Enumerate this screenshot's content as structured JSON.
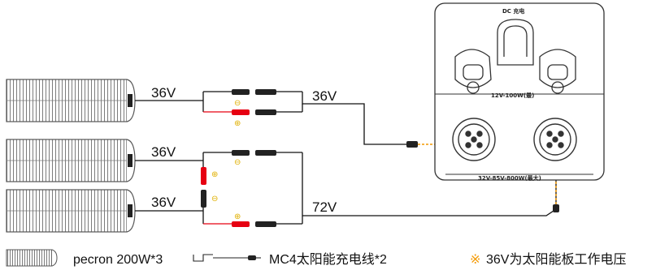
{
  "wires": {
    "panel1_voltage": "36V",
    "output1_voltage": "36V",
    "panel2_voltage": "36V",
    "panel3_voltage": "36V",
    "output2_voltage": "72V"
  },
  "station": {
    "header": "DC 充电",
    "dc_range": "12V-100W(最)",
    "pv_range": "32V-85V-800W(最大)"
  },
  "symbols": {
    "plus": "⊕",
    "minus": "⊖"
  },
  "legend": {
    "panel_text": "pecron 200W*3",
    "cable_text": "MC4太阳能充电线*2",
    "note_mark": "※",
    "note_text": "36V为太阳能板工作电压"
  },
  "colors": {
    "panel_line": "#555555",
    "arrow": "#f39800",
    "red_wire": "#e60012",
    "symbol": "#e0b000"
  }
}
